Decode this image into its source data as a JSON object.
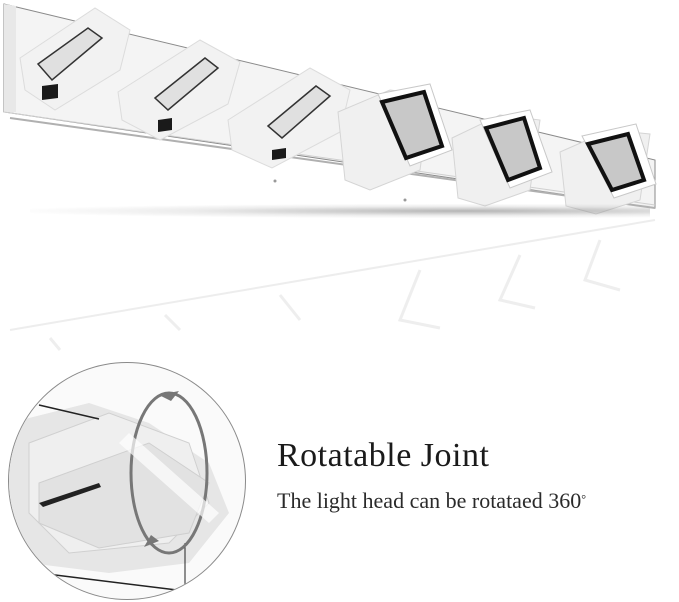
{
  "product_image": {
    "description": "Six-head LED vanity light bar with square rotatable heads",
    "light_head_count": 6
  },
  "feature": {
    "title": "Rotatable Joint",
    "subtitle": "The light head can be rotataed 360",
    "degree_symbol": "°"
  },
  "colors": {
    "background": "#ffffff",
    "chrome_dark": "#1a1a1a",
    "acrylic_light": "#eeeeee",
    "text": "#1a1a1a"
  }
}
